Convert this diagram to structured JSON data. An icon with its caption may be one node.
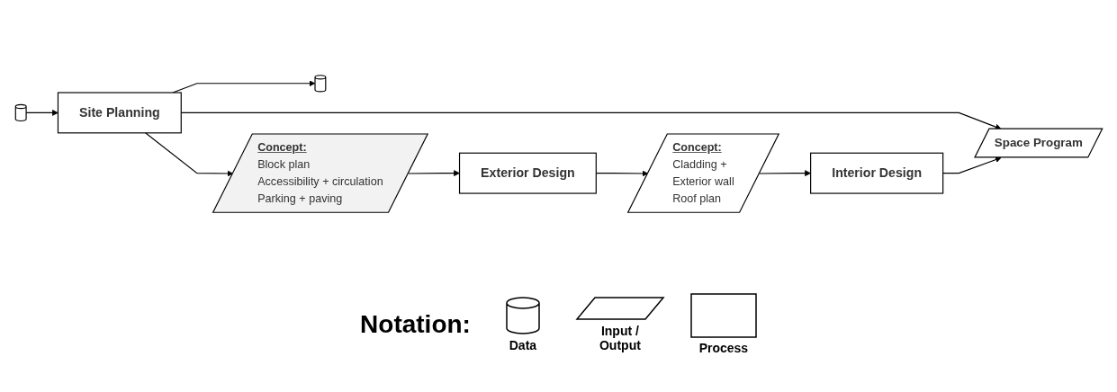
{
  "diagram": {
    "nodes": [
      {
        "text": [],
        "shape": "cylinder"
      },
      {
        "text": [
          "Site Planning"
        ]
      },
      {
        "text": [
          "Concept:",
          "Block plan",
          "Accessibility + circulation",
          "Parking + paving"
        ]
      },
      {
        "text": [
          "Exterior Design"
        ]
      },
      {
        "text": [
          "Concept:",
          "Cladding +",
          "Exterior wall",
          "Roof plan"
        ]
      },
      {
        "text": [
          "Interior Design"
        ]
      },
      {
        "text": [
          "Space Program"
        ]
      },
      {
        "text": [],
        "shape": "cylinder"
      }
    ],
    "edges": [
      {
        "from": 1,
        "to": 0,
        "arrow": "to"
      },
      {
        "from": 1,
        "to": 6,
        "arrow": "to"
      },
      {
        "from": 1,
        "to": 2,
        "arrow": "to"
      },
      {
        "from": 2,
        "to": 3,
        "arrow": "to"
      },
      {
        "from": 3,
        "to": 4,
        "arrow": "to"
      },
      {
        "from": 4,
        "to": 5,
        "arrow": "to"
      },
      {
        "from": 5,
        "to": 6,
        "arrow": "to"
      },
      {
        "from": 7,
        "to": 1,
        "arrow": "to"
      }
    ],
    "labels": [
      "Notation:"
    ],
    "legend": [
      {
        "text": "Data"
      },
      {
        "text": "Input / Output"
      },
      {
        "text": "Process"
      }
    ]
  }
}
